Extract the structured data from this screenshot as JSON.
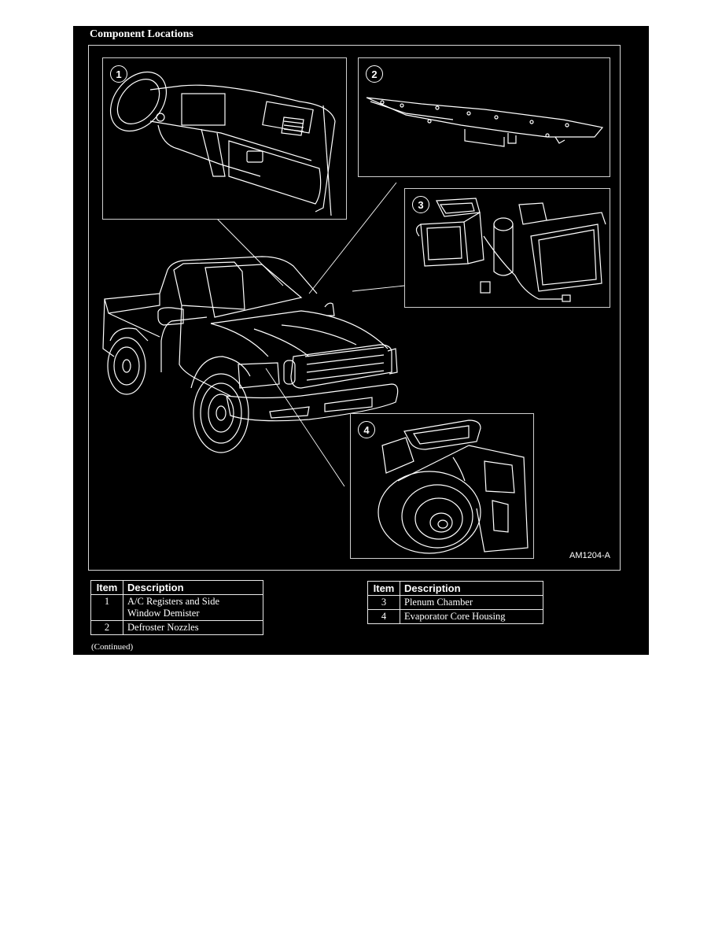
{
  "figure": {
    "title": "Component Locations",
    "code": "AM1204-A",
    "continued_note": "(Continued)",
    "background_color": "#000000",
    "line_color": "#ffffff",
    "callouts": [
      {
        "number": "1",
        "depicts": "instrument-panel-with-registers"
      },
      {
        "number": "2",
        "depicts": "defroster-nozzle-assembly"
      },
      {
        "number": "3",
        "depicts": "plenum-chamber-assembly"
      },
      {
        "number": "4",
        "depicts": "evaporator-core-housing-with-blower"
      }
    ],
    "vehicle": "pickup-truck-line-drawing"
  },
  "legend_left": {
    "headers": {
      "item": "Item",
      "description": "Description"
    },
    "rows": [
      {
        "item": "1",
        "description_line1": "A/C Registers and Side",
        "description_line2": "Window Demister"
      },
      {
        "item": "2",
        "description_line1": "Defroster Nozzles",
        "description_line2": ""
      }
    ]
  },
  "legend_right": {
    "headers": {
      "item": "Item",
      "description": "Description"
    },
    "rows": [
      {
        "item": "3",
        "description_line1": "Plenum Chamber"
      },
      {
        "item": "4",
        "description_line1": "Evaporator Core Housing"
      }
    ]
  }
}
